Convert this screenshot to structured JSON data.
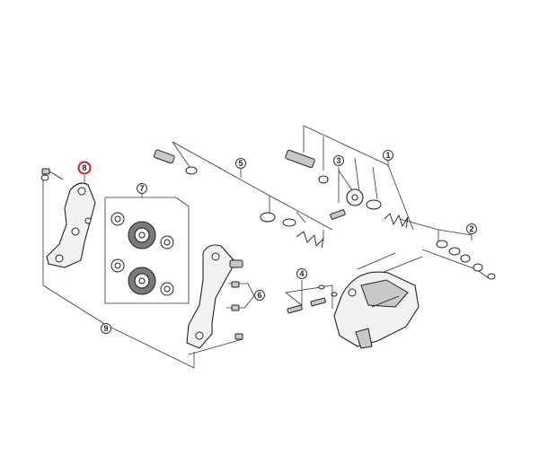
{
  "callouts": [
    {
      "id": "c1",
      "label": "1",
      "highlight": false
    },
    {
      "id": "c2",
      "label": "2",
      "highlight": false
    },
    {
      "id": "c3",
      "label": "3",
      "highlight": false
    },
    {
      "id": "c4",
      "label": "4",
      "highlight": false
    },
    {
      "id": "c5",
      "label": "5",
      "highlight": false
    },
    {
      "id": "c6",
      "label": "6",
      "highlight": false
    },
    {
      "id": "c7",
      "label": "7",
      "highlight": false
    },
    {
      "id": "c8",
      "label": "8",
      "highlight": true
    },
    {
      "id": "c9",
      "label": "9",
      "highlight": false
    }
  ],
  "highlight_color": "#d42020",
  "line_color": "#333333"
}
